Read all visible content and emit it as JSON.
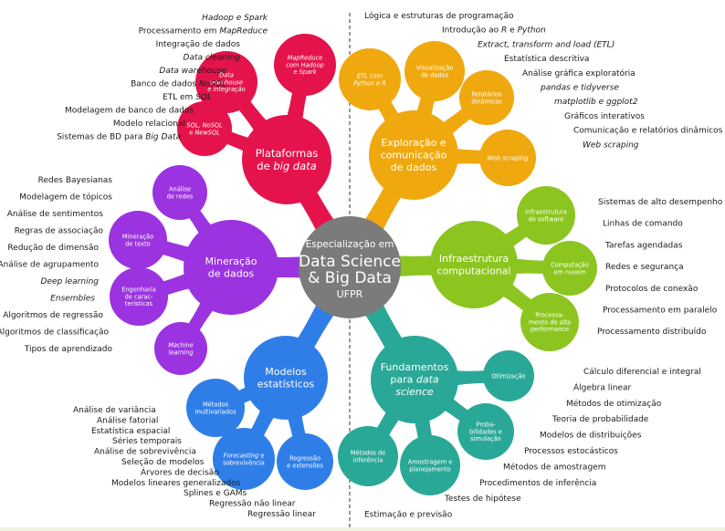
{
  "center": {
    "lines": [
      "Especialização em",
      "Data Science",
      "& Big Data",
      "UFPR"
    ],
    "color": "#7b7b7b"
  },
  "branches": [
    {
      "id": "plataformas",
      "color": "#e5134b",
      "title": [
        "Plataformas",
        "de big data"
      ],
      "subs": [
        {
          "lines": [
            "Data",
            "warehouse",
            "e integração"
          ]
        },
        {
          "lines": [
            "MapReduce",
            "com Hadoop",
            "e Spark"
          ]
        },
        {
          "lines": [
            "SQL, NoSQL",
            "e NewSQL"
          ]
        }
      ],
      "topics": [
        "Hadoop e Spark",
        "Processamento em MapReduce",
        "Integração de dados",
        "Data cleaning",
        "Data warehouse",
        "Banco de dados NoSQL",
        "ETL em SQL",
        "Modelagem de banco de dados",
        "Modelo relacional",
        "Sistemas de BD para Big Data"
      ]
    },
    {
      "id": "exploracao",
      "color": "#f0a80f",
      "title": [
        "Exploração e",
        "comunicação",
        "de dados"
      ],
      "subs": [
        {
          "lines": [
            "ETL com",
            "Python e R"
          ]
        },
        {
          "lines": [
            "Visualização",
            "de dados"
          ]
        },
        {
          "lines": [
            "Relatórios",
            "dinâmicos"
          ]
        },
        {
          "lines": [
            "Web scraping"
          ]
        }
      ],
      "topics": [
        "Lógica e estruturas de programação",
        "Introdução ao R e Python",
        "Extract, transform and load (ETL)",
        "Estatística descritiva",
        "Análise gráfica exploratória",
        "pandas e tidyverse",
        "matplotlib e ggplot2",
        "Gráficos interativos",
        "Comunicação e relatórios dinâmicos",
        "Web scraping"
      ]
    },
    {
      "id": "infraestrutura",
      "color": "#8cc520",
      "title": [
        "Infraestrutura",
        "computacional"
      ],
      "subs": [
        {
          "lines": [
            "Infraestrutura",
            "de software"
          ]
        },
        {
          "lines": [
            "Computação",
            "em nuvem"
          ]
        },
        {
          "lines": [
            "Processa-",
            "mento de alta",
            "performance"
          ]
        }
      ],
      "topics": [
        "Sistemas de alto desempenho",
        "Linhas de comando",
        "Tarefas agendadas",
        "Redes e segurança",
        "Protocolos de conexão",
        "Processamento em paralelo",
        "Processamento distribuído"
      ]
    },
    {
      "id": "fundamentos",
      "color": "#2aa897",
      "title": [
        "Fundamentos",
        "para data",
        "science"
      ],
      "subs": [
        {
          "lines": [
            "Otimização"
          ]
        },
        {
          "lines": [
            "Proba-",
            "bilidades e",
            "simulação"
          ]
        },
        {
          "lines": [
            "Amostragem e",
            "planejamento"
          ]
        },
        {
          "lines": [
            "Métodos de",
            "inferência"
          ]
        }
      ],
      "topics": [
        "Cálculo diferencial e integral",
        "Álgebra linear",
        "Métodos de otimização",
        "Teoria de probabilidade",
        "Modelos de distribuições",
        "Processos estocásticos",
        "Métodos de amostragem",
        "Procedimentos de inferência",
        "Testes de hipótese",
        "Estimação e previsão"
      ]
    },
    {
      "id": "modelos",
      "color": "#2f7ee8",
      "title": [
        "Modelos",
        "estatísticos"
      ],
      "subs": [
        {
          "lines": [
            "Métodos",
            "multivariados"
          ]
        },
        {
          "lines": [
            "Forecasting e",
            "sobrevivência"
          ]
        },
        {
          "lines": [
            "Regressão",
            "e extensões"
          ]
        }
      ],
      "topics": [
        "Análise de variância",
        "Análise fatorial",
        "Estatística espacial",
        "Séries temporais",
        "Análise de sobrevivência",
        "Seleção de modelos",
        "Árvores de decisão",
        "Modelos lineares generalizados",
        "Splines e GAMs",
        "Regressão não linear",
        "Regressão linear"
      ]
    },
    {
      "id": "mineracao",
      "color": "#9b33e0",
      "title": [
        "Mineração",
        "de dados"
      ],
      "subs": [
        {
          "lines": [
            "Análise",
            "de redes"
          ]
        },
        {
          "lines": [
            "Mineração",
            "de texto"
          ]
        },
        {
          "lines": [
            "Engenharia",
            "de carac-",
            "terísticas"
          ]
        },
        {
          "lines": [
            "Machine",
            "learning"
          ]
        }
      ],
      "topics": [
        "Redes Bayesianas",
        "Modelagem de tópicos",
        "Análise de sentimentos",
        "Regras de associação",
        "Redução de dimensão",
        "Análise de agrupamento",
        "Deep learning",
        "Ensembles",
        "Algoritmos de regressão",
        "Algoritmos de classificação",
        "Tipos de aprendizado"
      ]
    }
  ]
}
